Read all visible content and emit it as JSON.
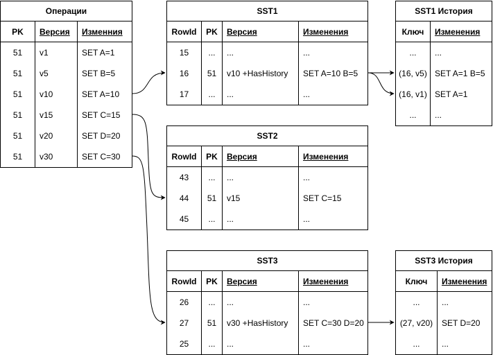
{
  "operations": {
    "title": "Операции",
    "headers": [
      "PK",
      "Версия",
      "Изменния"
    ],
    "rows": [
      [
        "51",
        "v1",
        "SET A=1"
      ],
      [
        "51",
        "v5",
        "SET B=5"
      ],
      [
        "51",
        "v10",
        "SET A=10"
      ],
      [
        "51",
        "v15",
        "SET C=15"
      ],
      [
        "51",
        "v20",
        "SET D=20"
      ],
      [
        "51",
        "v30",
        "SET C=30"
      ]
    ]
  },
  "sst1": {
    "title": "SST1",
    "headers": [
      "RowId",
      "PK",
      "Версия",
      "Изменения"
    ],
    "rows": [
      [
        "15",
        "...",
        "...",
        "..."
      ],
      [
        "16",
        "51",
        "v10 +HasHistory",
        "SET A=10 B=5"
      ],
      [
        "17",
        "...",
        "...",
        "..."
      ]
    ]
  },
  "sst1_history": {
    "title": "SST1 История",
    "headers": [
      "Ключ",
      "Изменения"
    ],
    "rows": [
      [
        "...",
        "..."
      ],
      [
        "(16, v5)",
        "SET A=1 B=5"
      ],
      [
        "(16, v1)",
        "SET A=1"
      ],
      [
        "...",
        "..."
      ]
    ]
  },
  "sst2": {
    "title": "SST2",
    "headers": [
      "RowId",
      "PK",
      "Версия",
      "Изменения"
    ],
    "rows": [
      [
        "43",
        "...",
        "...",
        "..."
      ],
      [
        "44",
        "51",
        "v15",
        "SET C=15"
      ],
      [
        "45",
        "...",
        "...",
        "..."
      ]
    ]
  },
  "sst3": {
    "title": "SST3",
    "headers": [
      "RowId",
      "PK",
      "Версия",
      "Изменения"
    ],
    "rows": [
      [
        "26",
        "...",
        "...",
        "..."
      ],
      [
        "27",
        "51",
        "v30 +HasHistory",
        "SET C=30 D=20"
      ],
      [
        "25",
        "...",
        "...",
        "..."
      ]
    ]
  },
  "sst3_history": {
    "title": "SST3 История",
    "headers": [
      "Ключ",
      "Изменения"
    ],
    "rows": [
      [
        "...",
        "..."
      ],
      [
        "(27, v20)",
        "SET D=20"
      ],
      [
        "...",
        "..."
      ]
    ]
  }
}
